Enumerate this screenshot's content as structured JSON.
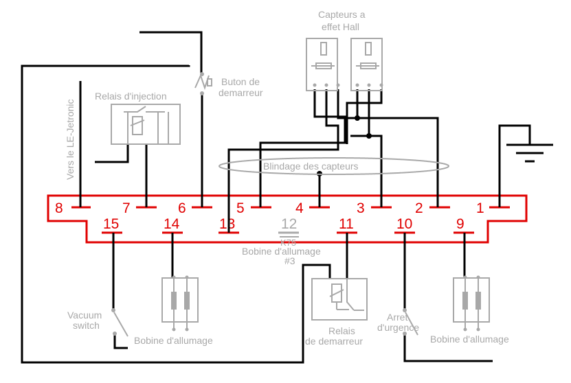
{
  "labels": {
    "hall_sensors_line1": "Capteurs a",
    "hall_sensors_line2": "effet Hall",
    "start_button_line1": "Buton de",
    "start_button_line2": "demarreur",
    "injection_relay": "Relais d'injection",
    "le_jetronic": "Vers le LE-Jetronic",
    "sensor_shield": "Blindage des capteurs",
    "k75": "K75",
    "ignition_coil_3_line1": "Bobine d'allumage",
    "ignition_coil_3_line2": "#3",
    "vacuum_switch_line1": "Vacuum",
    "vacuum_switch_line2": "switch",
    "coil_left": "Bobine d'allumage",
    "starter_relay_line1": "Relais",
    "starter_relay_line2": "de demarreur",
    "emergency_stop_line1": "Arret",
    "emergency_stop_line2": "d'urgence",
    "coil_right": "Bobine d'allumage"
  },
  "connector": {
    "top_pins": [
      "8",
      "7",
      "6",
      "5",
      "4",
      "3",
      "2",
      "1"
    ],
    "bottom_pins": [
      "15",
      "14",
      "13",
      "12",
      "11",
      "10",
      "9"
    ]
  },
  "colors": {
    "wire": "#000000",
    "connector": "#e00000",
    "component": "#a8a8a8"
  }
}
